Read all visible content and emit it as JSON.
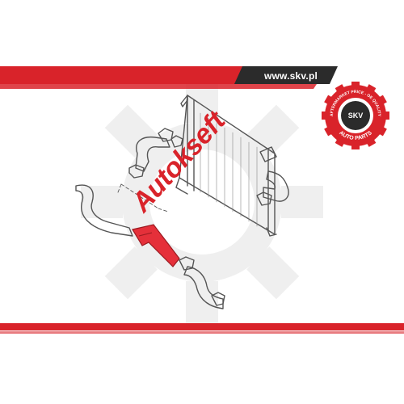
{
  "header": {
    "site_url": "www.skv.pl"
  },
  "watermark": {
    "text": "Autokseft"
  },
  "seal": {
    "brand": "SKV",
    "ring_top_text": "AFTERMARKET PRICE - OE QUALITY",
    "ring_bottom_text": "AUTO PARTS"
  },
  "colors": {
    "brand_red": "#d9232a",
    "dark_bar": "#2b2b2b",
    "gear_gray": "#efefef",
    "line_art": "#555555",
    "highlight_part": "#e5303a"
  },
  "icons": {
    "seal": "gear-seal-icon",
    "background": "gear-watermark-icon"
  }
}
